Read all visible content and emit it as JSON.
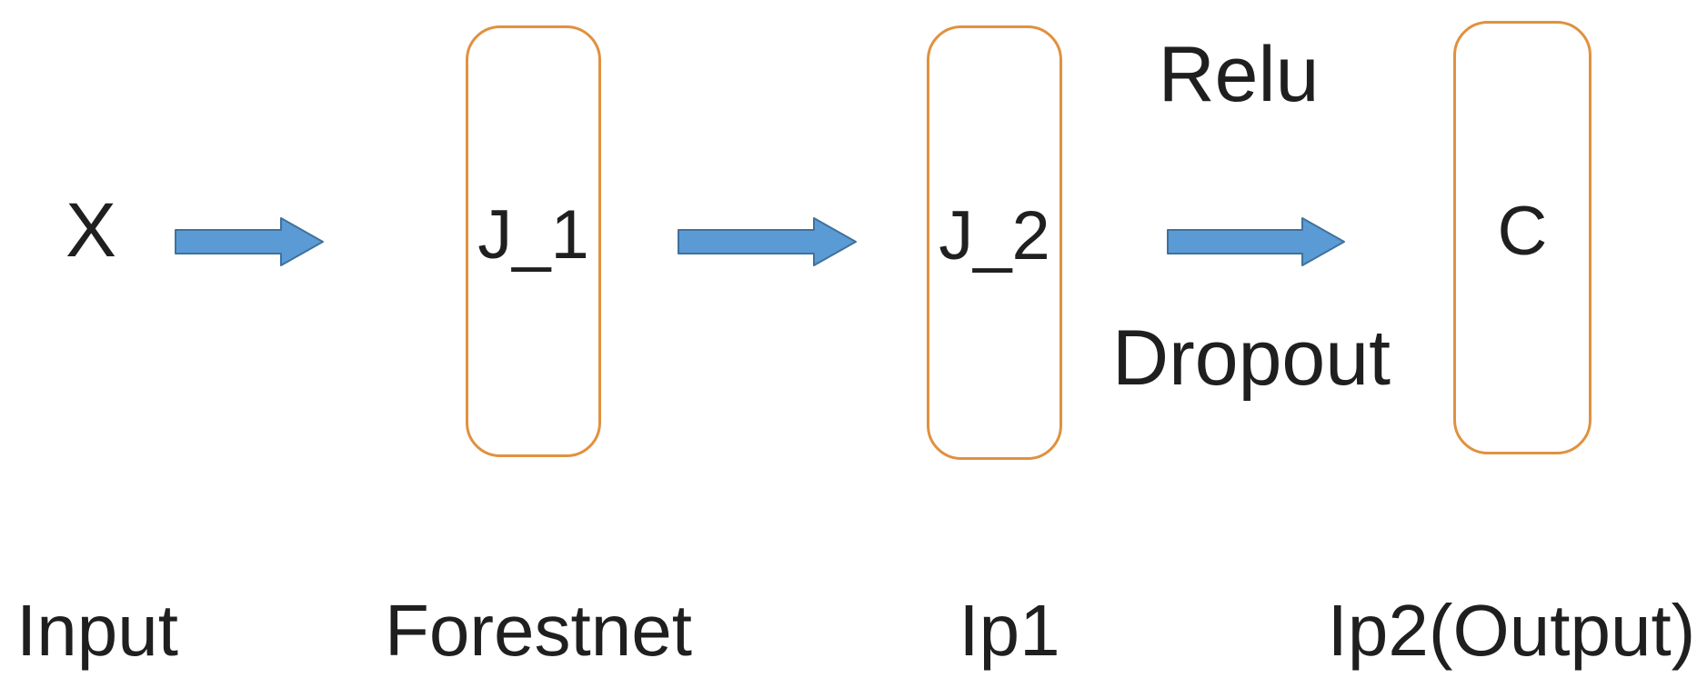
{
  "diagram": {
    "type": "flow-diagram",
    "nodes": {
      "input": {
        "symbol": "X",
        "caption": "Input"
      },
      "forestnet": {
        "symbol": "J_1",
        "caption": "Forestnet"
      },
      "ip1": {
        "symbol": "J_2",
        "caption": "Ip1"
      },
      "ip2": {
        "symbol": "C",
        "caption": "Ip2(Output)"
      }
    },
    "annotations": {
      "relu": "Relu",
      "dropout": "Dropout"
    },
    "colors": {
      "background": "#ffffff",
      "box_border": "#e0913f",
      "arrow_fill": "#5b9bd5",
      "arrow_border": "#41719c",
      "text": "#1f1f1f"
    }
  }
}
